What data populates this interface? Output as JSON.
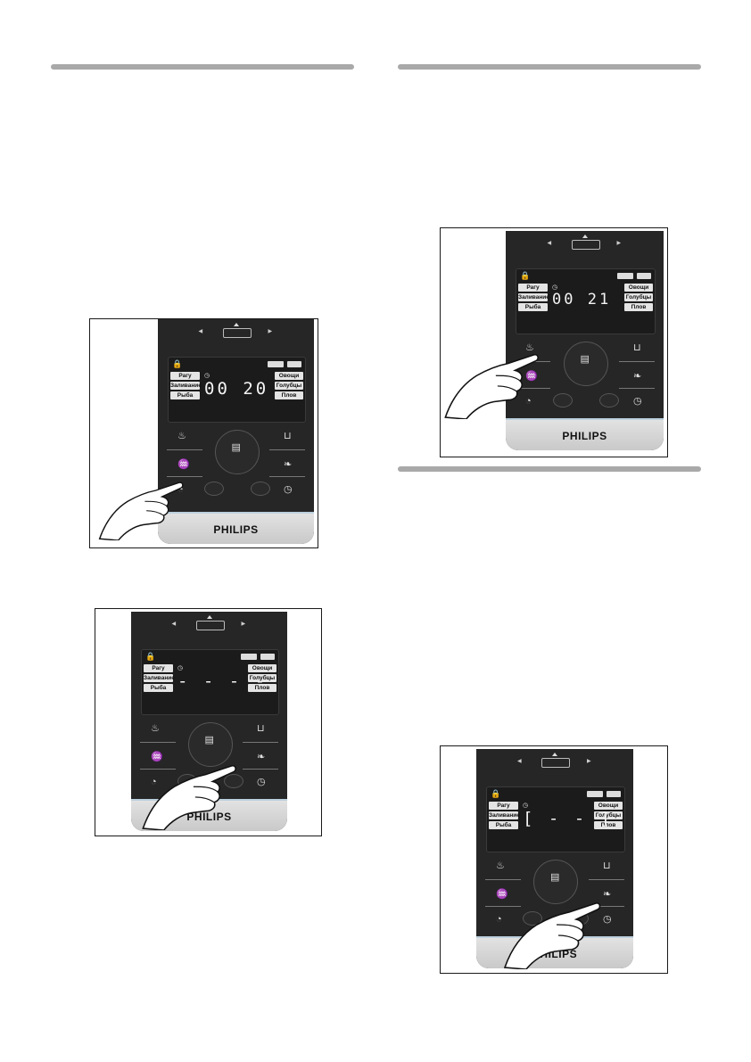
{
  "brand": "PHILIPS",
  "display_labels": {
    "left": [
      "Рагу",
      "Заливание",
      "Рыба"
    ],
    "right": [
      "Овощи",
      "Голубцы",
      "Плов"
    ]
  },
  "panels": [
    {
      "id": "panel-1",
      "display": "00 20"
    },
    {
      "id": "panel-2",
      "display": "00 21"
    },
    {
      "id": "panel-3",
      "display": "- - - -"
    },
    {
      "id": "panel-4",
      "display": "[ - - ]"
    }
  ],
  "icons": [
    "pot-icon",
    "steam-icon",
    "clock-icon",
    "timer-icon",
    "leaf-icon",
    "fry-icon",
    "menu-icon",
    "hand-icon"
  ]
}
